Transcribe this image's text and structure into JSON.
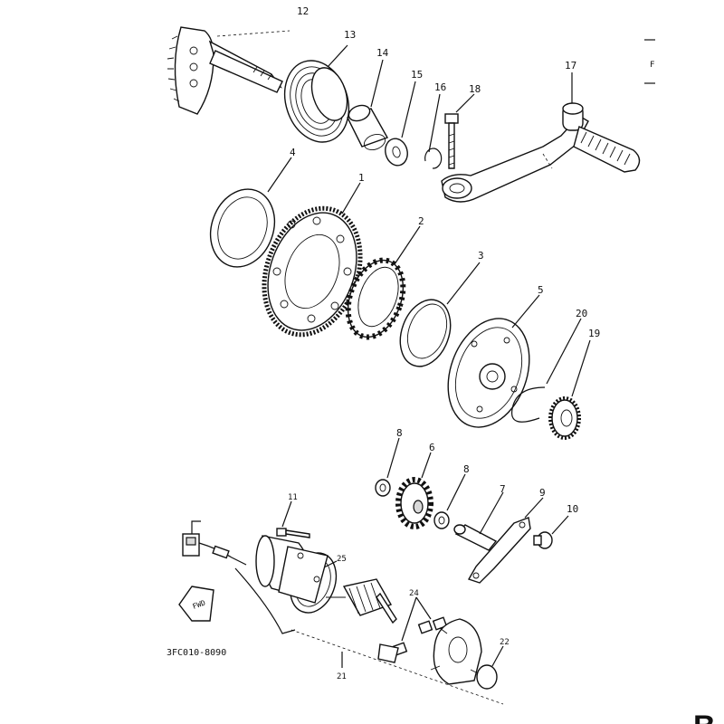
{
  "callouts": {
    "c1": "1",
    "c2": "2",
    "c3": "3",
    "c4": "4",
    "c5": "5",
    "c6": "6",
    "c7": "7",
    "c8a": "8",
    "c8b": "8",
    "c9": "9",
    "c10": "10",
    "c11": "11",
    "c12": "12",
    "c13": "13",
    "c14": "14",
    "c15": "15",
    "c16": "16",
    "c17": "17",
    "c18": "18",
    "c19": "19",
    "c20": "20",
    "c21": "21",
    "c22": "22",
    "c24": "24",
    "c25": "25"
  },
  "drawing_code": "3FC010-8090",
  "fwd_label": "FWD",
  "page_letter": "B",
  "edge_mark": "F"
}
